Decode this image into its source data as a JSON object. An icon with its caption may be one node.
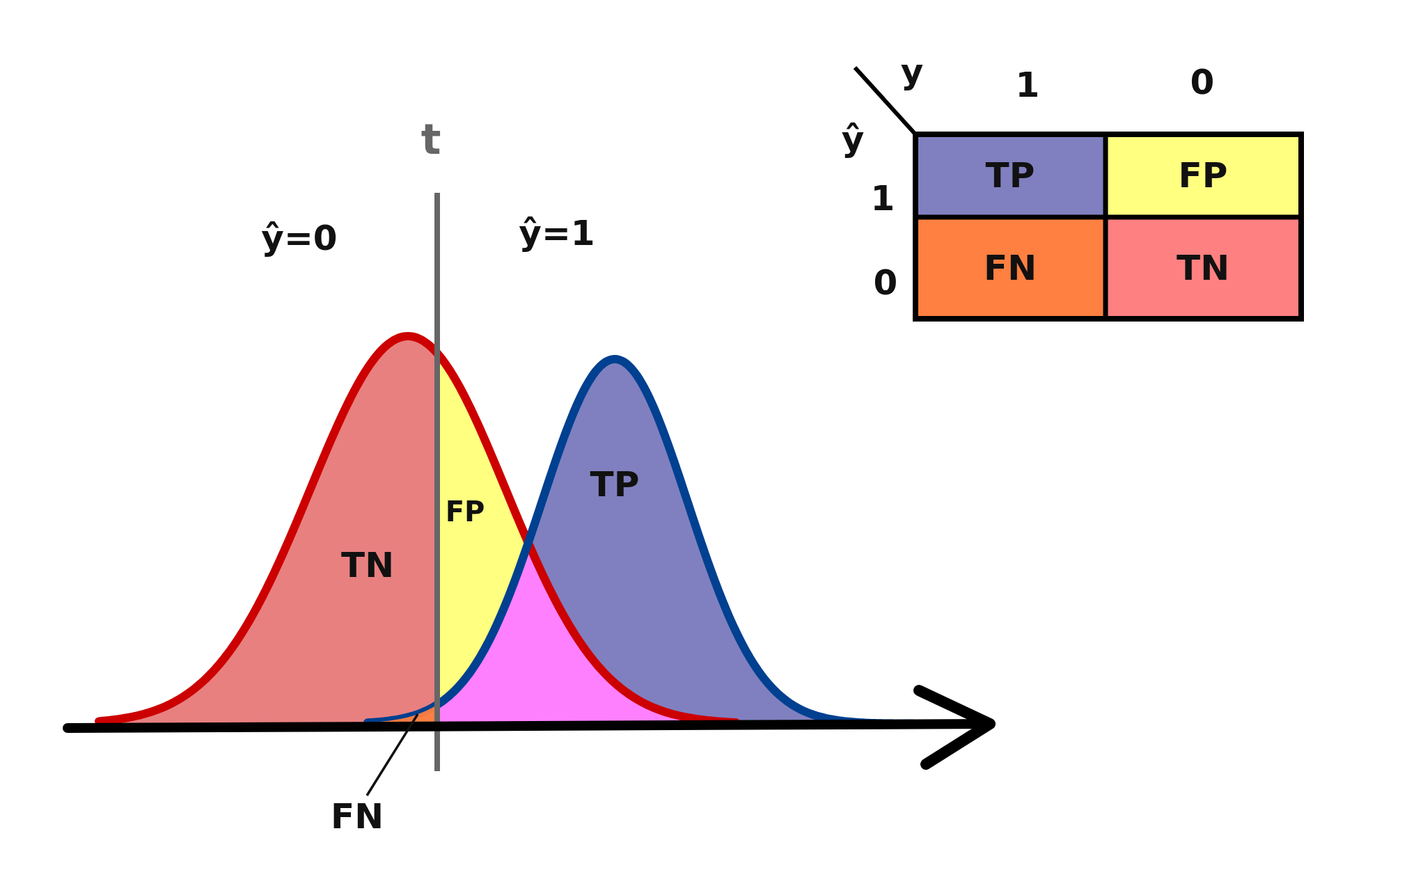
{
  "diagram": {
    "nodes": [
      {
        "text": [
          "FN"
        ]
      },
      {
        "text": [],
        "shape": "area"
      }
    ],
    "edges": [
      {
        "from": 0,
        "to": 1,
        "arrow": "none"
      }
    ],
    "labels": [
      "t",
      "ŷ=0",
      "ŷ=1",
      "TN",
      "FP",
      "TP",
      "y",
      "ŷ",
      "1",
      "0",
      "1",
      "TP",
      "FP",
      "0",
      "FN",
      "TN"
    ]
  }
}
